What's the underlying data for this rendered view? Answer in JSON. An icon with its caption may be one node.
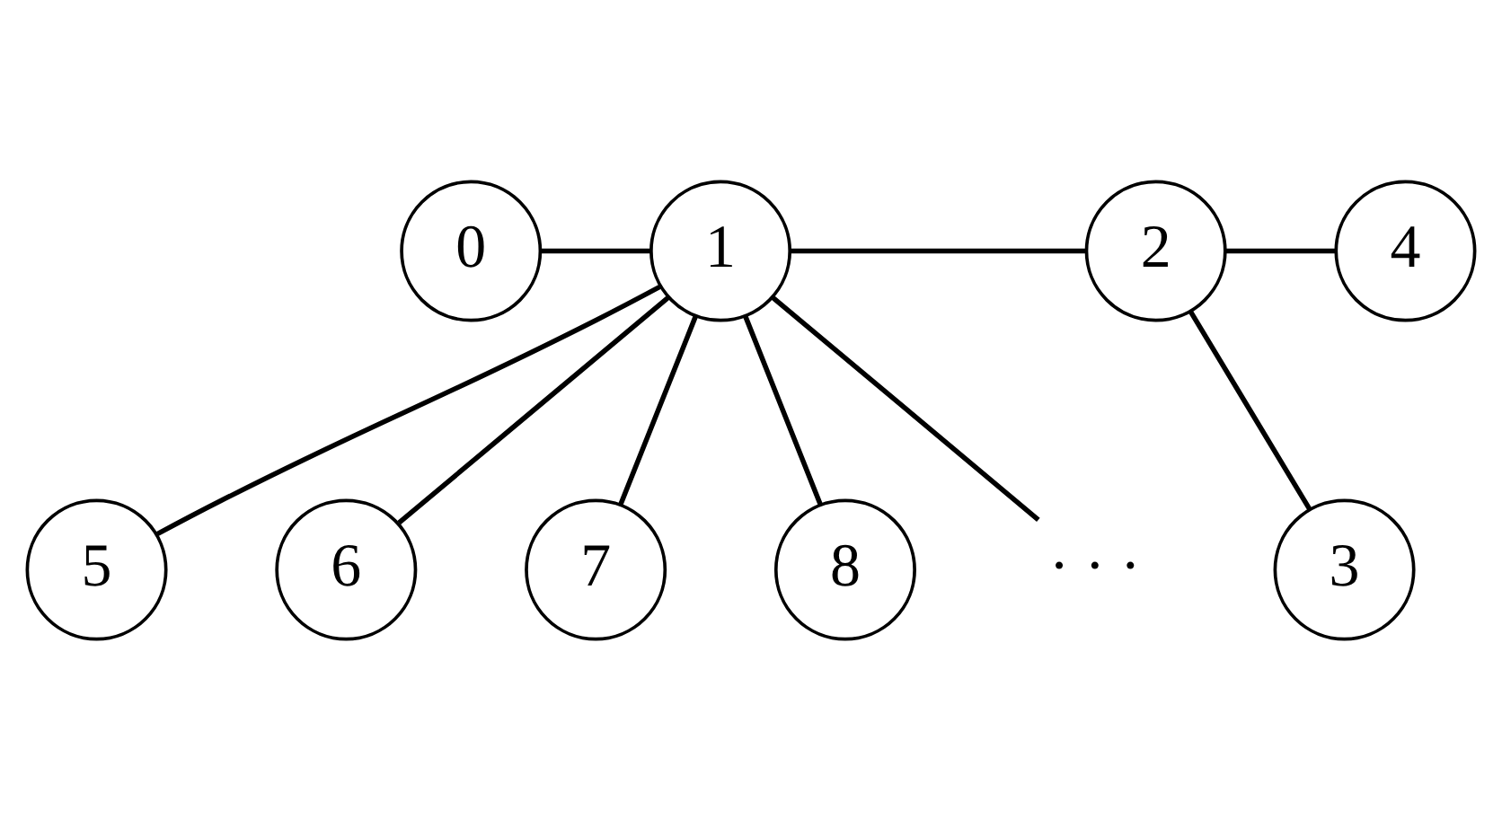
{
  "diagram": {
    "nodes": [
      {
        "text": [
          "3"
        ]
      },
      {
        "text": [
          "0"
        ]
      },
      {
        "text": [
          "1"
        ]
      },
      {
        "text": [
          "2"
        ]
      },
      {
        "text": [
          "4"
        ]
      },
      {
        "text": [
          "5"
        ]
      },
      {
        "text": [
          "6"
        ]
      },
      {
        "text": [
          "7"
        ]
      },
      {
        "text": [
          "8"
        ]
      },
      {
        "text": [
          "· · ·"
        ]
      }
    ],
    "edges": [
      {
        "from": 1,
        "to": 2,
        "arrow": "none"
      },
      {
        "from": 2,
        "to": 3,
        "arrow": "none"
      },
      {
        "from": 3,
        "to": 0,
        "arrow": "none"
      },
      {
        "from": 3,
        "to": 4,
        "arrow": "none"
      },
      {
        "from": 2,
        "to": 5,
        "arrow": "none"
      },
      {
        "from": 2,
        "to": 6,
        "arrow": "none"
      },
      {
        "from": 2,
        "to": 7,
        "arrow": "none"
      },
      {
        "from": 2,
        "to": 8,
        "arrow": "none"
      },
      {
        "from": 2,
        "to": 9,
        "arrow": "none"
      }
    ]
  }
}
